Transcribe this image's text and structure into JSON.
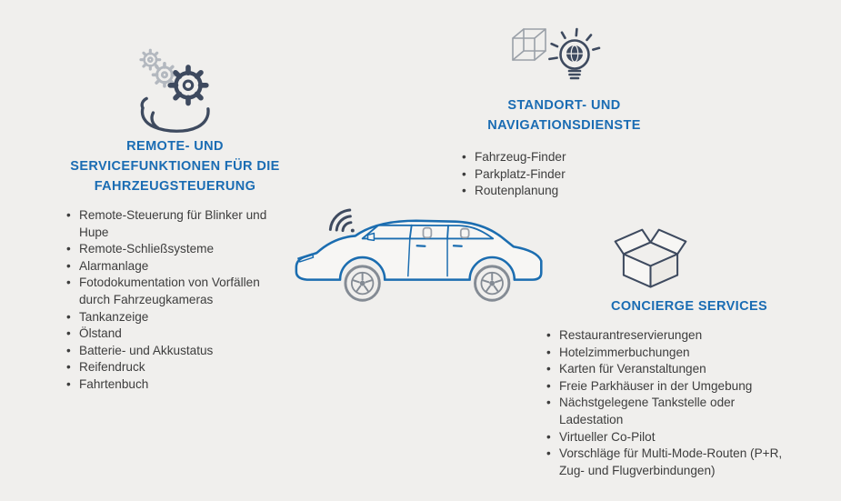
{
  "colors": {
    "bg": "#f0efed",
    "heading": "#1a6cb3",
    "text": "#3d3d3d",
    "icon": "#3e4a5f",
    "icon_muted": "#b3b8bf",
    "car": "#1b6db0",
    "wheel": "#848b94"
  },
  "sections": {
    "remote": {
      "title": "REMOTE- UND SERVICEFUNKTIONEN FÜR DIE FAHRZEUGSTEUERUNG",
      "icon": "gears-hand-icon",
      "items": [
        "Remote-Steuerung für Blinker und Hupe",
        "Remote-Schließsysteme",
        "Alarmanlage",
        "Fotodokumentation von Vorfällen durch Fahrzeugkameras",
        "Tankanzeige",
        "Ölstand",
        "Batterie- und Akkustatus",
        "Reifendruck",
        "Fahrtenbuch"
      ]
    },
    "navigation": {
      "title": "STANDORT- UND NAVIGATIONSDIENSTE",
      "icon": "lightbulb-globe-icon",
      "items": [
        "Fahrzeug-Finder",
        "Parkplatz-Finder",
        "Routenplanung"
      ]
    },
    "concierge": {
      "title": "CONCIERGE SERVICES",
      "icon": "open-box-icon",
      "items": [
        "Restaurantreservierungen",
        "Hotelzimmerbuchungen",
        "Karten für Veranstaltungen",
        "Freie Parkhäuser in der Umgebung",
        "Nächstgelegene Tankstelle oder Ladestation",
        "Virtueller Co-Pilot",
        "Vorschläge für Multi-Mode-Routen (P+R, Zug- und Flugverbindungen)"
      ]
    }
  },
  "center_illustration": "connected-car"
}
